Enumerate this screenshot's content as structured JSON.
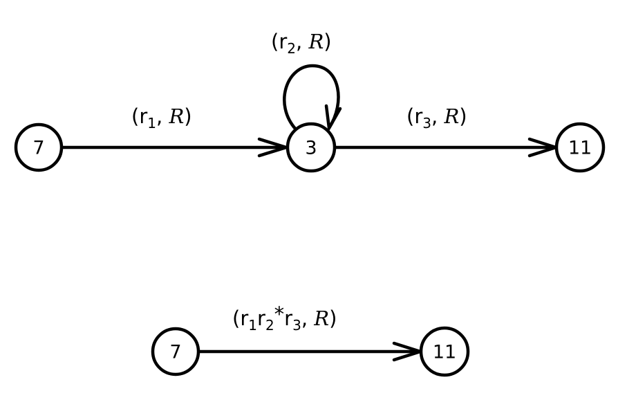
{
  "diagram": {
    "nodes": [
      {
        "id": "a7",
        "label": "7"
      },
      {
        "id": "a3",
        "label": "3"
      },
      {
        "id": "a11",
        "label": "11"
      },
      {
        "id": "b7",
        "label": "7"
      },
      {
        "id": "b11",
        "label": "11"
      }
    ],
    "edges": [
      {
        "id": "e1",
        "from": "a7",
        "to": "a3",
        "label": {
          "open": "(",
          "reg": "r",
          "sub": "1",
          "sep": ", ",
          "dir": "R",
          "close": ")"
        }
      },
      {
        "id": "e2",
        "from": "a3",
        "to": "a3",
        "label": {
          "open": "(",
          "reg": "r",
          "sub": "2",
          "sep": ", ",
          "dir": "R",
          "close": ")"
        }
      },
      {
        "id": "e3",
        "from": "a3",
        "to": "a11",
        "label": {
          "open": "(",
          "reg": "r",
          "sub": "3",
          "sep": ", ",
          "dir": "R",
          "close": ")"
        }
      },
      {
        "id": "e4",
        "from": "b7",
        "to": "b11",
        "label": {
          "open": "(",
          "r1": "r",
          "sub1": "1",
          "r2": "r",
          "sub2": "2",
          "star": "*",
          "r3": "r",
          "sub3": "3",
          "sep": ", ",
          "dir": "R",
          "close": ")"
        }
      }
    ]
  }
}
